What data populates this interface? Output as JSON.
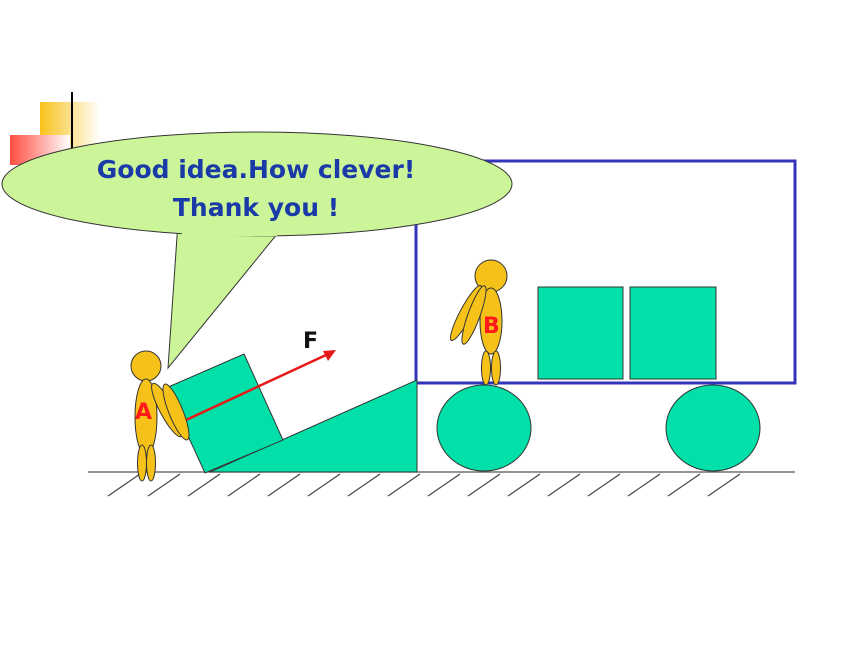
{
  "speech": {
    "line1": "Good idea.How clever!",
    "line2": "Thank  you !"
  },
  "labels": {
    "person_a": "A",
    "person_b": "B",
    "force": "F"
  },
  "colors": {
    "bubble_fill": "#ccf599",
    "bubble_text": "#1a3aa8",
    "box_fill": "#00e0a8",
    "figure_fill": "#f6c21a",
    "truck_outline": "#3333bb",
    "label_red": "#ff1a1a",
    "arrow_red": "#e81818",
    "deco_orange": "#f7c21a",
    "deco_red": "#ff6655"
  }
}
